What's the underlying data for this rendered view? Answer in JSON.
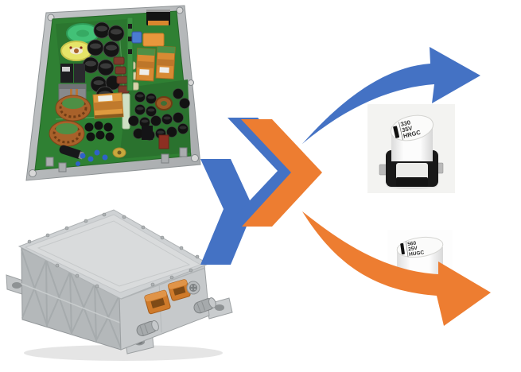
{
  "colors": {
    "blue": "#4472C4",
    "orange": "#ED7D31",
    "pcb_green": "#2F8033",
    "plate_gray": "#B5B8BA",
    "box_gray": "#C6C9CB",
    "lid_gray": "#D9DBDC",
    "photo_bg": "#F3F3F1"
  },
  "capacitors": [
    {
      "label_lines": [
        "330",
        "35V",
        "HRGC"
      ]
    },
    {
      "label_lines": [
        "560",
        "25V",
        "HUGC"
      ]
    }
  ],
  "flow": {
    "chevrons": [
      {
        "name": "blue-chevron",
        "color_ref": "blue"
      },
      {
        "name": "blue-chevron-back",
        "color_ref": "blue"
      },
      {
        "name": "orange-chevron",
        "color_ref": "orange"
      }
    ],
    "arrows": [
      {
        "name": "blue-curved-arrow",
        "direction": "up-right",
        "color_ref": "blue"
      },
      {
        "name": "orange-curved-arrow",
        "direction": "down-right",
        "color_ref": "orange"
      }
    ]
  }
}
